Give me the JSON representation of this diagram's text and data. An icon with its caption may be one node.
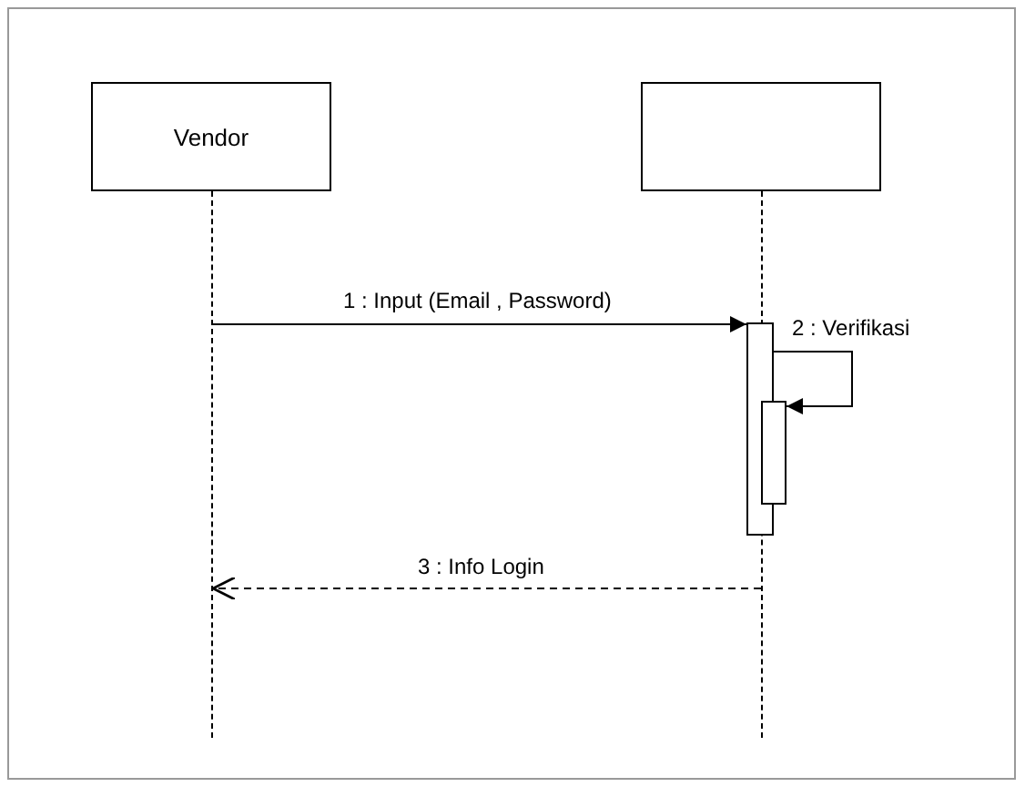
{
  "diagram": {
    "nodes": [
      {
        "text": [
          "Vendor"
        ]
      },
      {
        "text": [],
        "shape": "box"
      },
      {
        "text": [],
        "shape": "line"
      },
      {
        "text": [],
        "shape": "line"
      },
      {
        "text": [],
        "shape": "bar"
      },
      {
        "text": [],
        "shape": "bar"
      }
    ],
    "edges": [
      {
        "from": 2,
        "to": 4,
        "arrow": "to",
        "label": "1 : Input (Email , Password)"
      },
      {
        "from": 4,
        "to": 5,
        "arrow": "to",
        "label": "2 : Verifikasi"
      },
      {
        "from": 3,
        "to": 2,
        "arrow": "to",
        "label": "3 : Info Login",
        "style": "dashed"
      }
    ]
  }
}
